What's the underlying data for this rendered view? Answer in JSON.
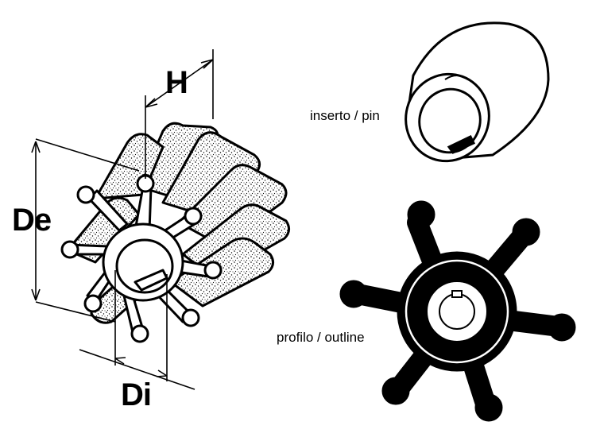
{
  "dimensions": {
    "height_label": "H",
    "outer_diameter_label": "De",
    "inner_diameter_label": "Di"
  },
  "captions": {
    "insert": "inserto / pin",
    "outline": "profilo / outline"
  }
}
